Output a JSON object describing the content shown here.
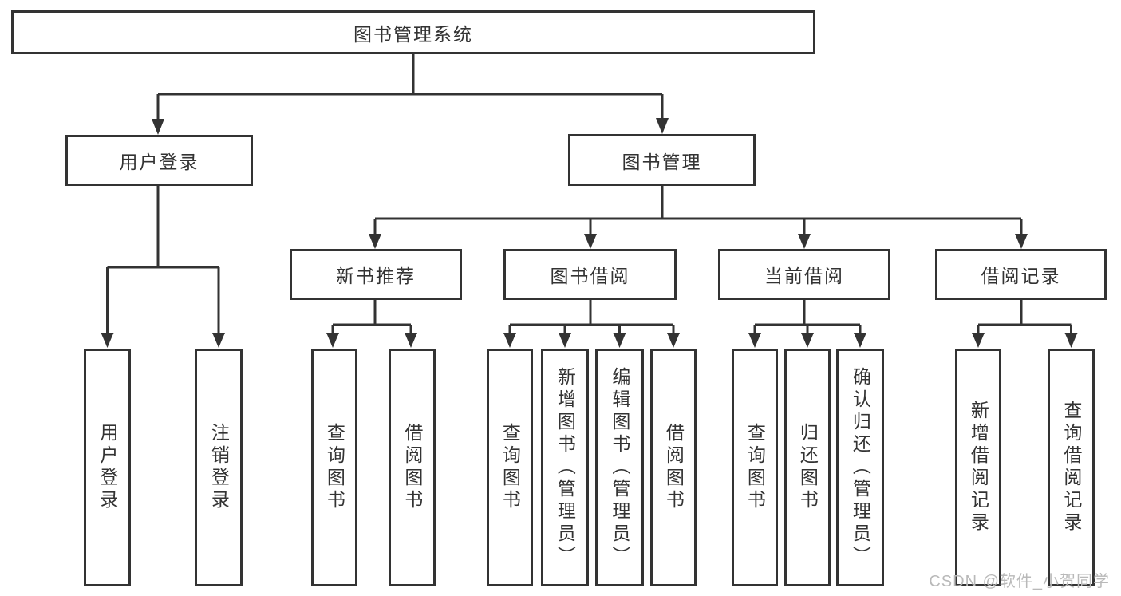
{
  "tree": {
    "root": {
      "label": "图书管理系统"
    },
    "branches": [
      {
        "label": "用户登录",
        "children": [
          {
            "label": "用户登录"
          },
          {
            "label": "注销登录"
          }
        ]
      },
      {
        "label": "图书管理",
        "children": [
          {
            "label": "新书推荐",
            "children": [
              {
                "label": "查询图书"
              },
              {
                "label": "借阅图书"
              }
            ]
          },
          {
            "label": "图书借阅",
            "children": [
              {
                "label": "查询图书"
              },
              {
                "label": "新增图书（管理员）"
              },
              {
                "label": "编辑图书（管理员）"
              },
              {
                "label": "借阅图书"
              }
            ]
          },
          {
            "label": "当前借阅",
            "children": [
              {
                "label": "查询图书"
              },
              {
                "label": "归还图书"
              },
              {
                "label": "确认归还（管理员）"
              }
            ]
          },
          {
            "label": "借阅记录",
            "children": [
              {
                "label": "新增借阅记录"
              },
              {
                "label": "查询借阅记录"
              }
            ]
          }
        ]
      }
    ]
  },
  "colors": {
    "line": "#333333",
    "text": "#333333",
    "watermark": "#b9b9b9"
  },
  "watermark": "CSDN @软件_小贺同学"
}
